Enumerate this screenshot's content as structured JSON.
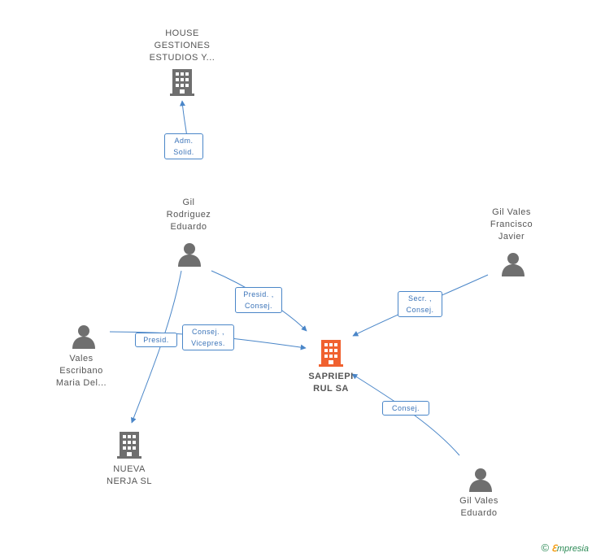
{
  "colors": {
    "edge": "#4a86c8",
    "node_gray": "#6f6f6f",
    "node_center": "#f0612f"
  },
  "nodes": {
    "house": {
      "label": "HOUSE\nGESTIONES\nESTUDIOS Y...",
      "icon": "building-icon"
    },
    "gil_rodriguez": {
      "label": "Gil\nRodriguez\nEduardo",
      "icon": "person-icon"
    },
    "gil_vales_francisco": {
      "label": "Gil Vales\nFrancisco\nJavier",
      "icon": "person-icon"
    },
    "vales_escribano": {
      "label": "Vales\nEscribano\nMaria Del...",
      "icon": "person-icon"
    },
    "sapriepi": {
      "label": "SAPRIEPI\nRUL SA",
      "icon": "building-icon"
    },
    "nueva_nerja": {
      "label": "NUEVA\nNERJA SL",
      "icon": "building-icon"
    },
    "gil_vales_eduardo": {
      "label": "Gil Vales\nEduardo",
      "icon": "person-icon"
    }
  },
  "edges": {
    "adm_solid": "Adm.\nSolid.",
    "presid_consej": "Presid. ,\nConsej.",
    "secr_consej": "Secr. ,\nConsej.",
    "presid": "Presid.",
    "consej_vicepres": "Consej. ,\nVicepres.",
    "consej": "Consej."
  },
  "footer": {
    "copyright": "©",
    "brand_initial": "ℇ",
    "brand_rest": "mpresia"
  }
}
